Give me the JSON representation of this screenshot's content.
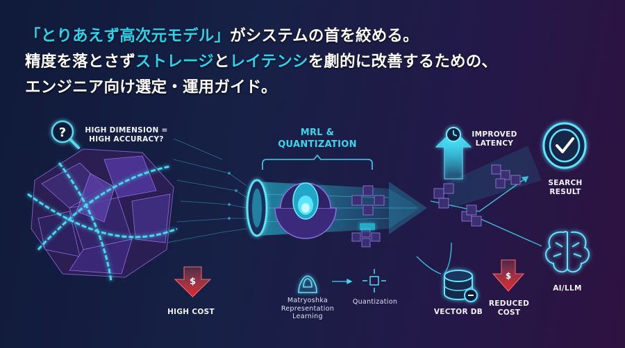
{
  "title": {
    "line1": [
      "「とりあえず高次元モデル」",
      "がシステムの首を絞める。"
    ],
    "line2": [
      "精度を落とさず",
      "ストレージ",
      "と",
      "レイテンシ",
      "を劇的に改善するための、"
    ],
    "line3": "エンジニア向け選定・運用ガイド。"
  },
  "labels": {
    "high_dimension": [
      "HIGH DIMENSION =",
      "HIGH ACCURACY?"
    ],
    "high_cost": "HIGH COST",
    "mrl_quant": [
      "MRL &",
      "QUANTIZATION"
    ],
    "matryoshka": [
      "Matryoshka",
      "Representation",
      "Learning"
    ],
    "quantization": "Quantization",
    "improved_latency": [
      "IMPROVED",
      "LATENCY"
    ],
    "search_result": [
      "SEARCH",
      "RESULT"
    ],
    "vector_db": "VECTOR DB",
    "reduced_cost": [
      "REDUCED",
      "COST"
    ],
    "ai_llm": "AI/LLM"
  },
  "colors": {
    "cyan": "#29d4ec",
    "purple": "#6c4bb4",
    "red": "#e8383a",
    "background": "#131c3e"
  },
  "icons": [
    "magnifier-question-icon",
    "chained-cube-cluster-icon",
    "dollar-down-arrow-icon",
    "lens-disc-icon",
    "matryoshka-doll-icon",
    "quantization-cubes-icon",
    "latency-clock-arrow-icon",
    "checkmark-target-icon",
    "database-icon",
    "brain-icon"
  ]
}
